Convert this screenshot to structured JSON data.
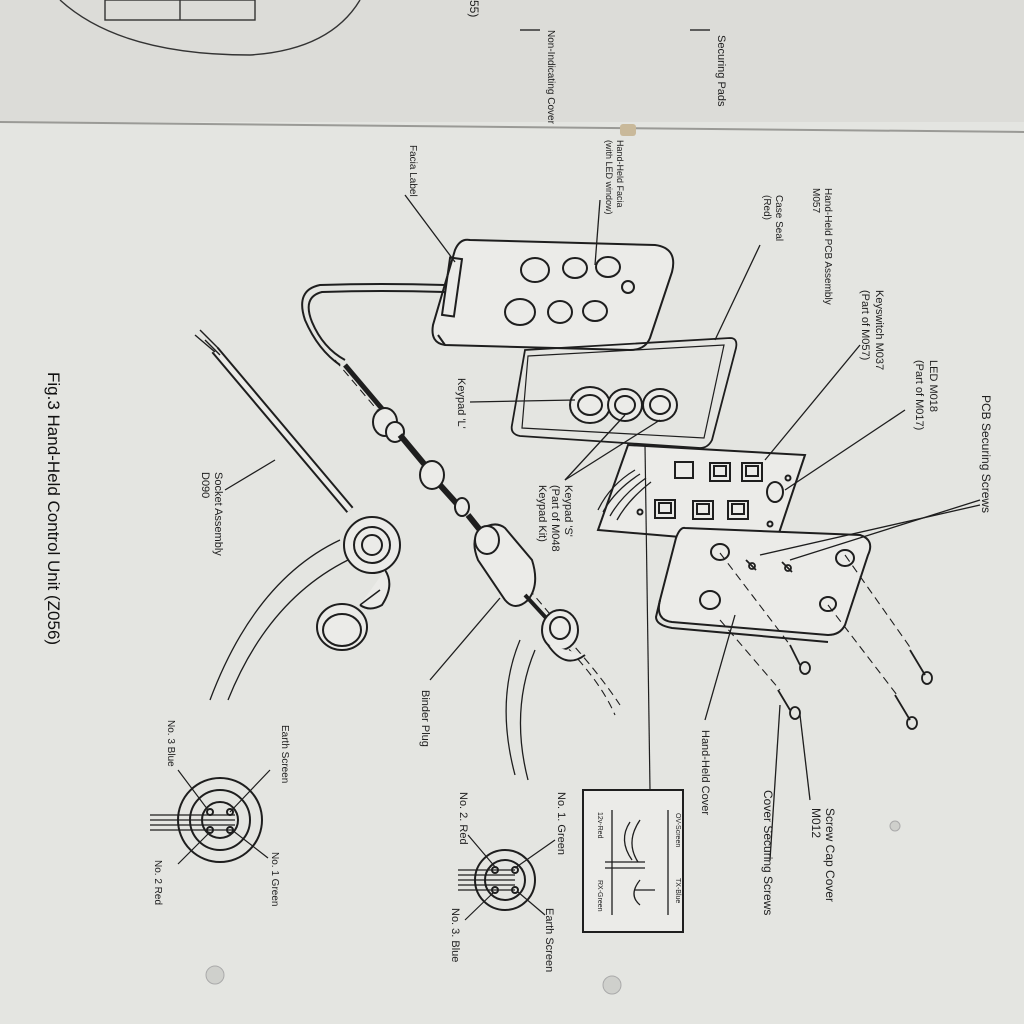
{
  "page": {
    "caption": "Fig.3 Hand-Held Control Unit (Z056)",
    "top_fragment": "55)",
    "colors": {
      "paper": "#e4e5e1",
      "upper_page": "#dcdcd8",
      "ink": "#1e1e1e",
      "background": "#cfd0cc"
    }
  },
  "labels": {
    "securing_pads": "Securing Pads",
    "non_indicating_cover": "Non-Indicating Cover",
    "facia_label": "Facia Label",
    "hand_held_facia": "Hand-Held Facia",
    "with_led_window": "(with LED window)",
    "hand_held_pcb": "Hand-Held PCB Assembly",
    "m057": "M057",
    "case_seal": "Case Seal",
    "case_seal_red": "(Red)",
    "keyswitch": "Keyswitch M037",
    "keyswitch_part": "(Part of M057)",
    "led": "LED M018",
    "led_part": "(Part of M017)",
    "pcb_securing_screws": "PCB Securing Screws",
    "keypad_l": "Keypad 'L'",
    "keypad_s": "Keypad 'S'",
    "keypad_s_part": "(Part of M048",
    "keypad_kit": "Keypad Kit)",
    "socket_assembly": "Socket Assembly",
    "d090": "D090",
    "binder_plug": "Binder Plug",
    "hand_held_cover": "Hand-Held Cover",
    "screw_cap_cover": "Screw Cap Cover",
    "m012": "M012",
    "cover_securing_screws": "Cover Securing Screws",
    "earth_screen_left": "Earth Screen",
    "no1_green_left": "No. 1 Green",
    "no3_blue_left": "No. 3 Blue",
    "no2_red_left": "No. 2 Red",
    "no1_green_right": "No. 1. Green",
    "no2_red_right": "No. 2. Red",
    "earth_screen_right": "Earth Screen",
    "no3_blue_right": "No. 3. Blue"
  },
  "inset": {
    "ov_screen": "OV-Screen",
    "tx_blue": "TX-Blue",
    "v12_red": "12v-Red",
    "rx_green": "RX-Green"
  }
}
